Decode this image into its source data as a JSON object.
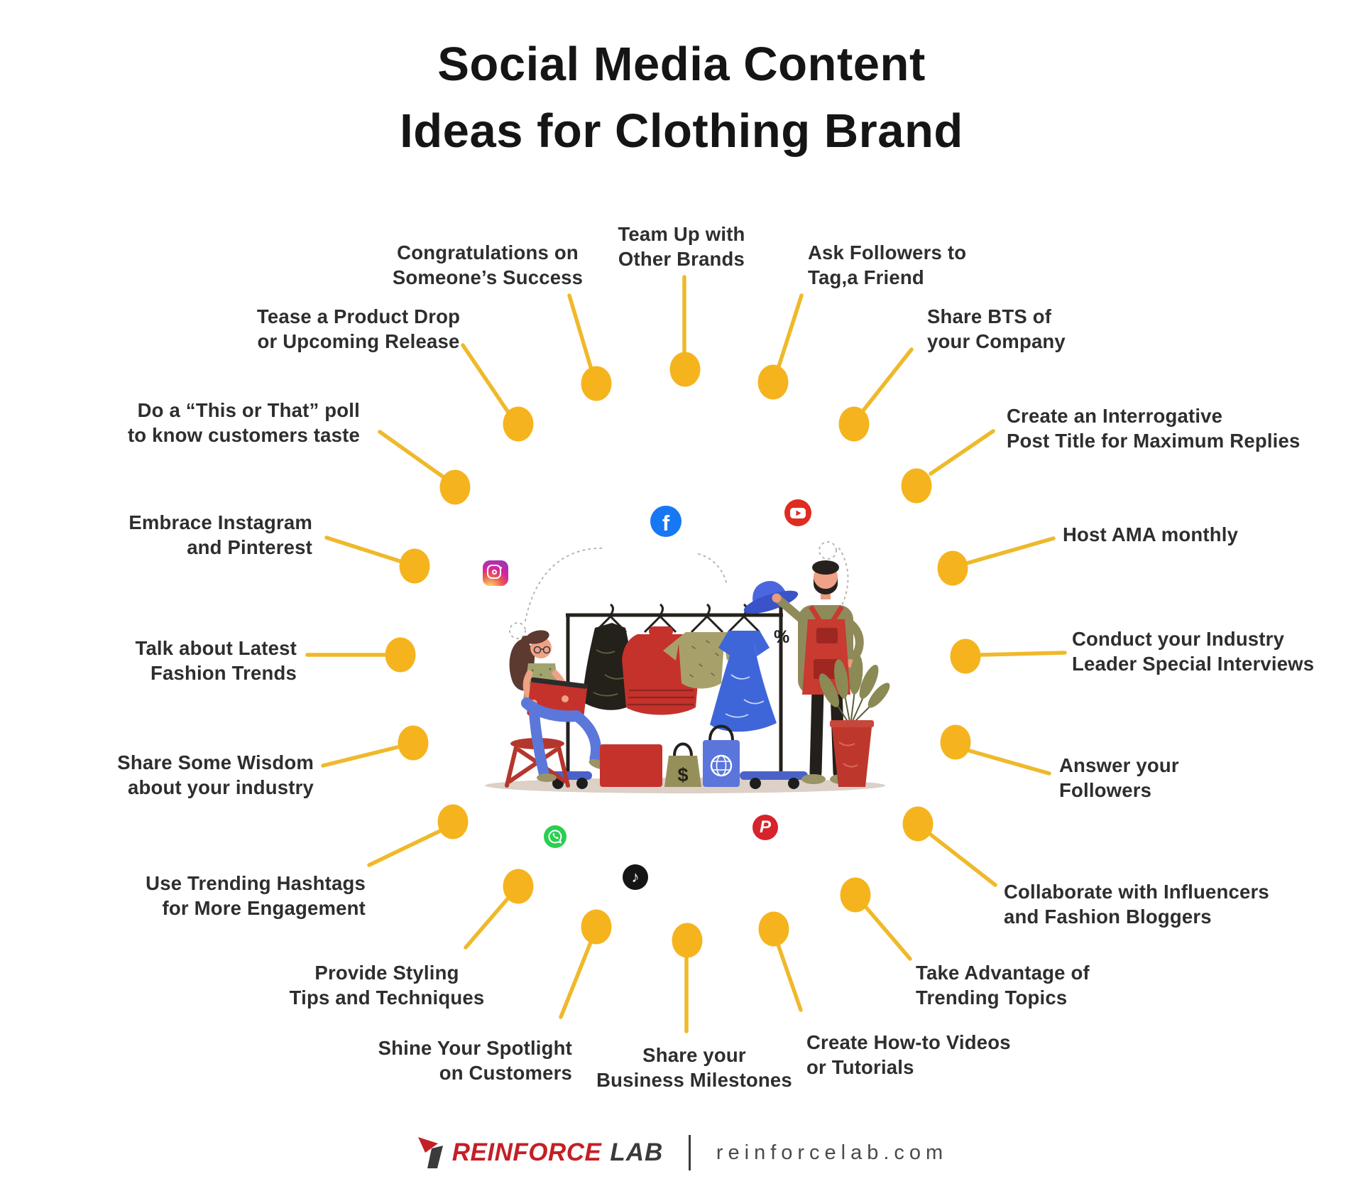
{
  "title": {
    "text": "Social Media Content\nIdeas for Clothing Brand"
  },
  "items": [
    {
      "id": "team-up",
      "text": "Team Up with\nOther Brands"
    },
    {
      "id": "ask-followers",
      "text": "Ask Followers to\nTag,a Friend"
    },
    {
      "id": "share-bts",
      "text": "Share BTS of\nyour Company"
    },
    {
      "id": "interrogative-title",
      "text": "Create an Interrogative\nPost Title for Maximum Replies"
    },
    {
      "id": "host-ama",
      "text": "Host AMA monthly"
    },
    {
      "id": "industry-interviews",
      "text": "Conduct your Industry\nLeader Special Interviews"
    },
    {
      "id": "answer-followers",
      "text": "Answer your\nFollowers"
    },
    {
      "id": "collaborate-influencers",
      "text": "Collaborate with Influencers\nand Fashion Bloggers"
    },
    {
      "id": "trending-topics",
      "text": "Take Advantage of\nTrending Topics"
    },
    {
      "id": "how-to-videos",
      "text": "Create How-to Videos\nor Tutorials"
    },
    {
      "id": "business-milestones",
      "text": "Share your\nBusiness Milestones"
    },
    {
      "id": "customer-spotlight",
      "text": "Shine Your Spotlight\non Customers"
    },
    {
      "id": "styling-tips",
      "text": "Provide Styling\nTips and Techniques"
    },
    {
      "id": "trending-hashtags",
      "text": "Use Trending Hashtags\nfor More Engagement"
    },
    {
      "id": "share-wisdom",
      "text": "Share Some Wisdom\nabout your industry"
    },
    {
      "id": "fashion-trends",
      "text": "Talk about Latest\nFashion Trends"
    },
    {
      "id": "embrace-platforms",
      "text": "Embrace Instagram\nand Pinterest"
    },
    {
      "id": "this-or-that-poll",
      "text": "Do a “This or That” poll\nto know customers taste"
    },
    {
      "id": "tease-product-drop",
      "text": "Tease a Product Drop\nor Upcoming Release"
    },
    {
      "id": "congratulate-success",
      "text": "Congratulations on\nSomeone’s Success"
    }
  ],
  "social_icons": [
    {
      "name": "facebook-icon",
      "glyph": "f",
      "color": "#1877F2"
    },
    {
      "name": "youtube-icon",
      "color": "#E02B20"
    },
    {
      "name": "instagram-icon",
      "color": "#D6249F"
    },
    {
      "name": "whatsapp-icon",
      "color": "#2BCE51"
    },
    {
      "name": "tiktok-icon",
      "glyph": "♪",
      "color": "#151515"
    },
    {
      "name": "pinterest-icon",
      "glyph": "P",
      "color": "#D7232B"
    }
  ],
  "illustration": {
    "discount_symbol": "%",
    "bag_symbol": "$"
  },
  "footer": {
    "brand_primary": "REINFORCE",
    "brand_secondary": "LAB",
    "website": "reinforcelab.com"
  },
  "colors": {
    "background": "#FFFFFF",
    "title_text": "#151515",
    "label_text": "#2E2E2E",
    "dot_yellow": "#F5B41E",
    "line_yellow": "#EFB92B",
    "brand_red": "#C32026",
    "brand_dark": "#3B3B3B",
    "website_gray": "#4A4A4A"
  }
}
